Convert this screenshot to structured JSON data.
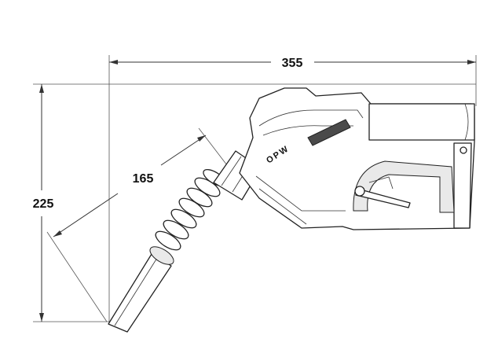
{
  "dimensions": {
    "width_label": "355",
    "height_label": "225",
    "spout_label": "165"
  },
  "nozzle": {
    "brand_text": "OPW"
  }
}
